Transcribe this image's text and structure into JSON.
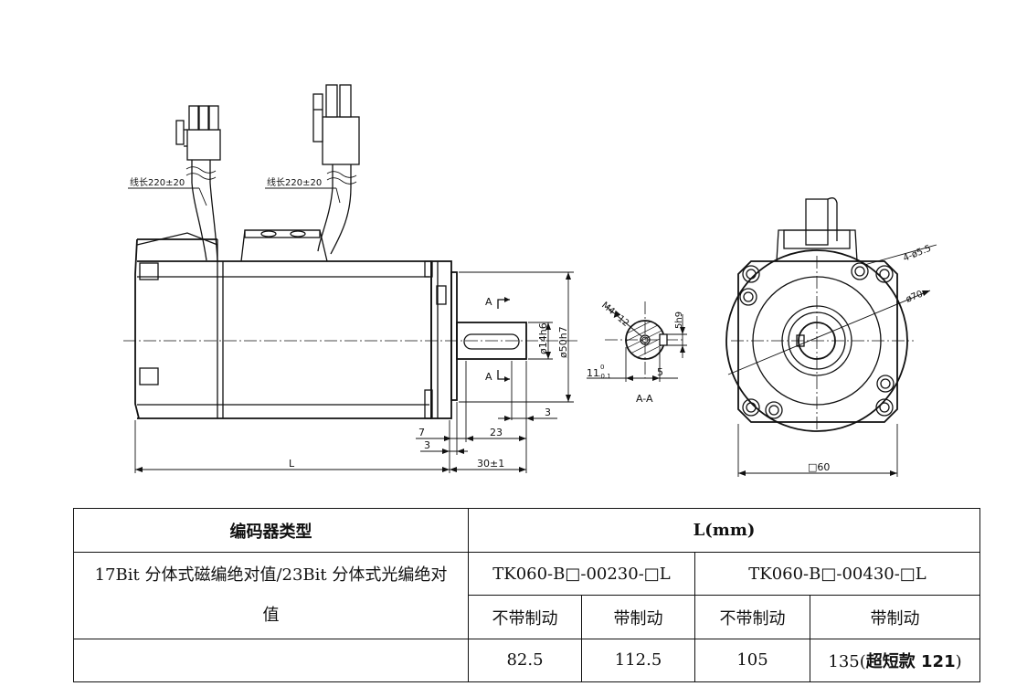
{
  "drawing": {
    "side_view": {
      "cable_length_left": "线长220±20",
      "cable_length_right": "线长220±20",
      "dim_L": "L",
      "dim_flange": "30±1",
      "dim_7": "7",
      "dim_3_left": "3",
      "dim_23": "23",
      "dim_3_right": "3",
      "dim_shaft": "ø14h6",
      "dim_spigot": "ø50h7",
      "section_mark_top": "A",
      "section_mark_bottom": "A"
    },
    "section_view": {
      "thread": "M4▼12",
      "keyway": "5h9",
      "depth": "11",
      "depth_tol_upper": "0",
      "depth_tol_lower": "-0.1",
      "key_width": "5",
      "caption": "A-A"
    },
    "front_view": {
      "holes": "4-ø5.5",
      "pcd": "ø70",
      "square": "□60"
    }
  },
  "table": {
    "header_encoder": "编码器类型",
    "header_L": "L(mm)",
    "encoder_desc": "17Bit 分体式磁编绝对值/23Bit 分体式光编绝对值",
    "models": [
      "TK060-B□-00230-□L",
      "TK060-B□-00430-□L"
    ],
    "brake_labels": [
      "不带制动",
      "带制动",
      "不带制动",
      "带制动"
    ],
    "values": [
      "82.5",
      "112.5",
      "105",
      "135("
    ],
    "last_value_bold": "超短款 121",
    "last_value_close": ")"
  }
}
